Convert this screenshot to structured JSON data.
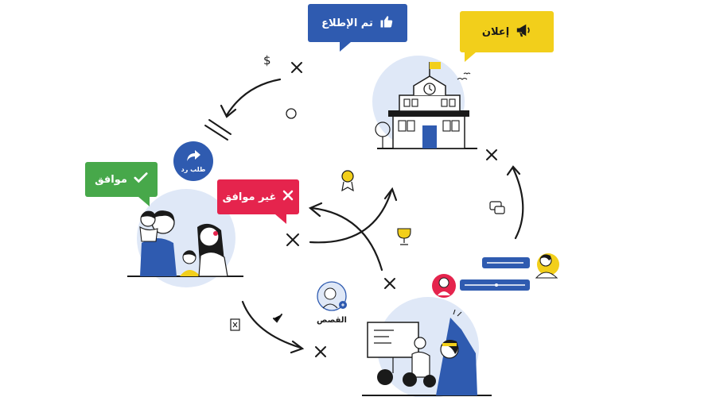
{
  "labels": {
    "seen": "تم الإطلاع",
    "announcement": "إعلان",
    "agree": "موافق",
    "disagree": "غير موافق",
    "reply_request": "طلب رد",
    "stories": "القصص"
  },
  "icons": {
    "seen": "thumbs-up-icon",
    "announcement": "megaphone-icon",
    "agree": "checkmark-icon",
    "disagree": "cross-icon",
    "reply_request": "share-arrow-icon",
    "alarm": "siren-icon"
  },
  "colors": {
    "blue": "#2f5bb0",
    "yellow": "#f2cf1b",
    "green": "#47a84a",
    "red": "#e5244d",
    "light_blue": "#dfe8f7"
  }
}
